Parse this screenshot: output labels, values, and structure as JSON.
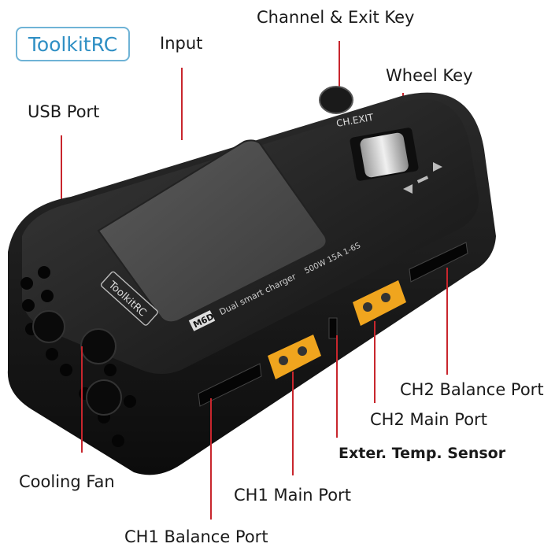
{
  "brand": "ToolkitRC",
  "callouts": {
    "channel_exit_key": "Channel & Exit Key",
    "input": "Input",
    "wheel_key": "Wheel Key",
    "usb_port": "USB Port",
    "ch2_balance_port": "CH2 Balance Port",
    "ch2_main_port": "CH2 Main Port",
    "ext_temp_sensor": "Exter. Temp. Sensor",
    "cooling_fan": "Cooling Fan",
    "ch1_main_port": "CH1 Main Port",
    "ch1_balance_port": "CH1 Balance Port"
  },
  "device": {
    "ch_exit_label": "CH.EXIT",
    "screen_brand": "ToolkitRC",
    "model": "M6D",
    "description": "Dual smart charger",
    "specs": "500W 15A 1-6S"
  },
  "colors": {
    "leader_line": "#c8262d",
    "logo_blue": "#2f8fc4",
    "port_yellow": "#f0a51e",
    "body": "#141414"
  }
}
